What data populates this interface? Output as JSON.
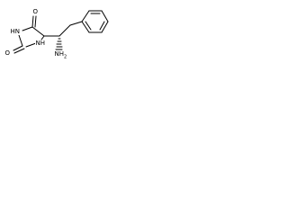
{
  "molecule": {
    "atoms": {
      "o_top": "O",
      "hn_left": "HN",
      "nh_bottom": "NH",
      "o_left": "O",
      "nh2": "NH",
      "nh2_subscript": "2"
    },
    "colors": {
      "bond": "#000000",
      "label": "#000000",
      "background": "#ffffff"
    }
  }
}
